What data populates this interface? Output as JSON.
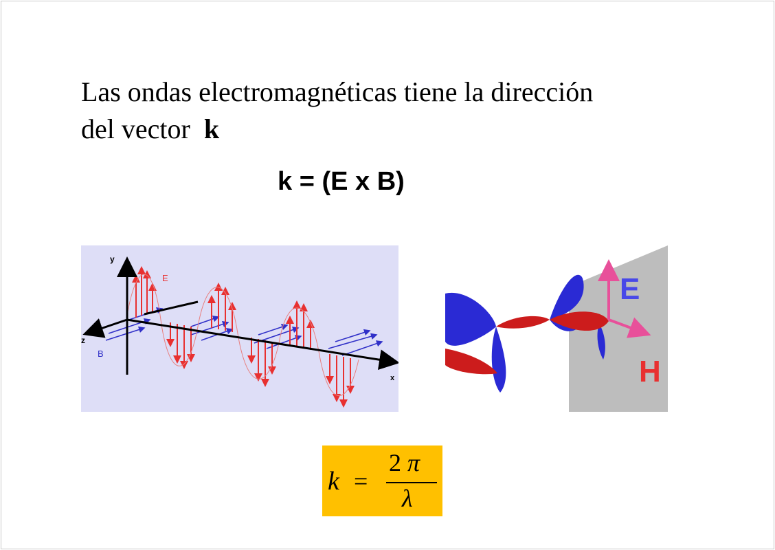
{
  "slide": {
    "title_line1": "Las ondas electromagnéticas tiene la dirección",
    "title_line2_prefix": "del vector",
    "title_line2_bold": "k",
    "cross_product_formula": "k = (E x B)"
  },
  "left_diagram": {
    "axis_y": "y",
    "axis_z": "z",
    "axis_x": "x",
    "label_E": "E",
    "label_B": "B",
    "colors": {
      "background": "#dedef7",
      "electric": "#e83030",
      "magnetic": "#3030c8",
      "axis": "#000000"
    }
  },
  "right_diagram": {
    "label_E": "E",
    "label_H": "H",
    "colors": {
      "wave_blue": "#2a2ad4",
      "wave_red": "#cc1c1c",
      "plane": "#bdbdbd",
      "arrow_pink": "#e8509a",
      "text_blue": "#4848e8",
      "text_red": "#e83030"
    }
  },
  "wave_number_box": {
    "lhs": "k",
    "equals": "=",
    "numerator_number": "2",
    "numerator_symbol": "π",
    "denominator": "λ",
    "background": "#ffc000"
  }
}
